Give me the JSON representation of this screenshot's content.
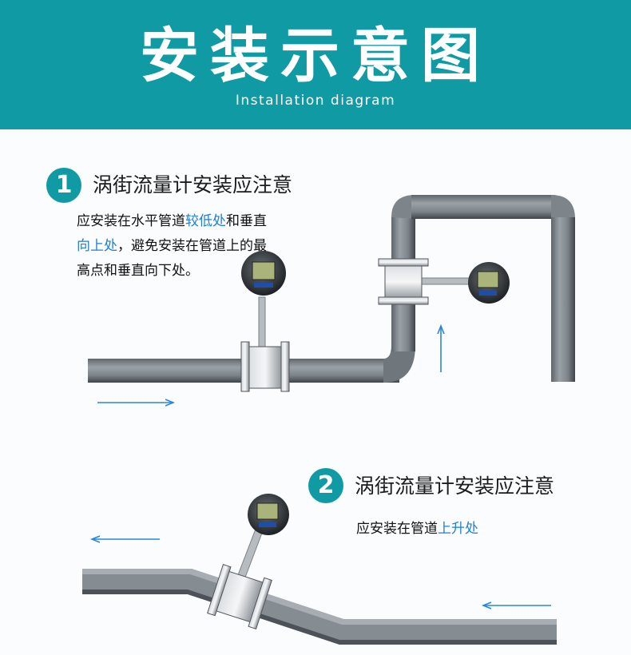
{
  "header": {
    "title": "安装示意图",
    "subtitle": "Installation diagram",
    "background_color": "#109aa3"
  },
  "section1": {
    "number": "1",
    "heading": "涡街流量计安装应注意",
    "note_line1_prefix": "应安装在水平管道",
    "note_line1_highlight": "较低处",
    "note_line1_suffix": "和垂直",
    "note_line2_highlight": "向上处",
    "note_line2_suffix": "，避免安装在管道上的最",
    "note_line3": "高点和垂直向下处。"
  },
  "section2": {
    "number": "2",
    "heading": "涡街流量计安装应注意",
    "note_prefix": "应安装在管道",
    "note_highlight": "上升处"
  },
  "colors": {
    "pipe": "#868d93",
    "pipe_dark": "#3f4449",
    "arrow": "#2a86d6",
    "highlight": "#1f7fd4"
  }
}
